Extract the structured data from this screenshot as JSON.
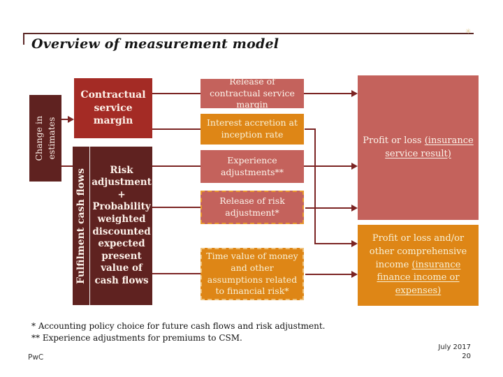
{
  "header": {
    "title": "Overview of measurement model"
  },
  "left": {
    "change_label": "Change in\nestimates",
    "fulfilment_label": "Fulfilment cash flows",
    "csm_label": "Contractual service margin",
    "risk_stack": "Risk adjustment\n+\nProbability weighted discounted expected present value of cash flows"
  },
  "flows": {
    "release_csm": "Release of contractual service margin",
    "interest_accretion": "Interest accretion at inception rate",
    "experience": "Experience adjustments**",
    "release_risk": "Release of risk adjustment*",
    "time_value": "Time value of money and other assumptions related to financial risk*"
  },
  "outputs": {
    "pl_label": "Profit or loss ",
    "pl_link": "(insurance service result)",
    "oci_label": "Profit or loss and/or other comprehensive income ",
    "oci_link": "(insurance finance income or expenses)"
  },
  "footnotes": {
    "first": "* Accounting policy choice for future cash flows and risk adjustment.",
    "second": "** Experience adjustments for premiums to CSM."
  },
  "footer": {
    "brand": "PwC",
    "date": "July 2017",
    "page": "20"
  },
  "colors": {
    "dark_red_box": "#a42b25",
    "maroon_box": "#5f2220",
    "salmon_box": "#c4625c",
    "orange_box": "#de8616",
    "connector_line": "#7b2423",
    "header_rule": "#5c2826",
    "cream_text": "#f8f1d7"
  },
  "ornament_glyph": "✳"
}
